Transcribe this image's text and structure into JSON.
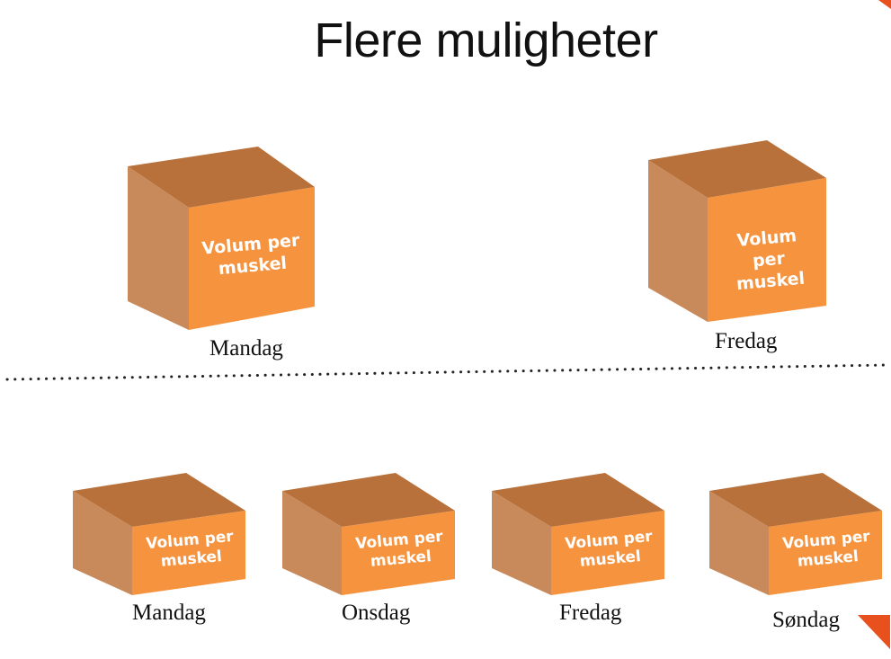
{
  "title": "Flere muligheter",
  "colors": {
    "cube_top": "#b8713a",
    "cube_left": "#c88a5a",
    "cube_front": "#f5933f",
    "accent": "#e8501e"
  },
  "top_row": {
    "cubes": [
      {
        "text": "Volum per muskel",
        "day": "Mandag"
      },
      {
        "text": "Volum per muskel",
        "day": "Fredag"
      }
    ]
  },
  "bottom_row": {
    "cubes": [
      {
        "text": "Volum per muskel",
        "day": "Mandag"
      },
      {
        "text": "Volum per muskel",
        "day": "Onsdag"
      },
      {
        "text": "Volum per muskel",
        "day": "Fredag"
      },
      {
        "text": "Volum per muskel",
        "day": "Søndag"
      }
    ]
  }
}
